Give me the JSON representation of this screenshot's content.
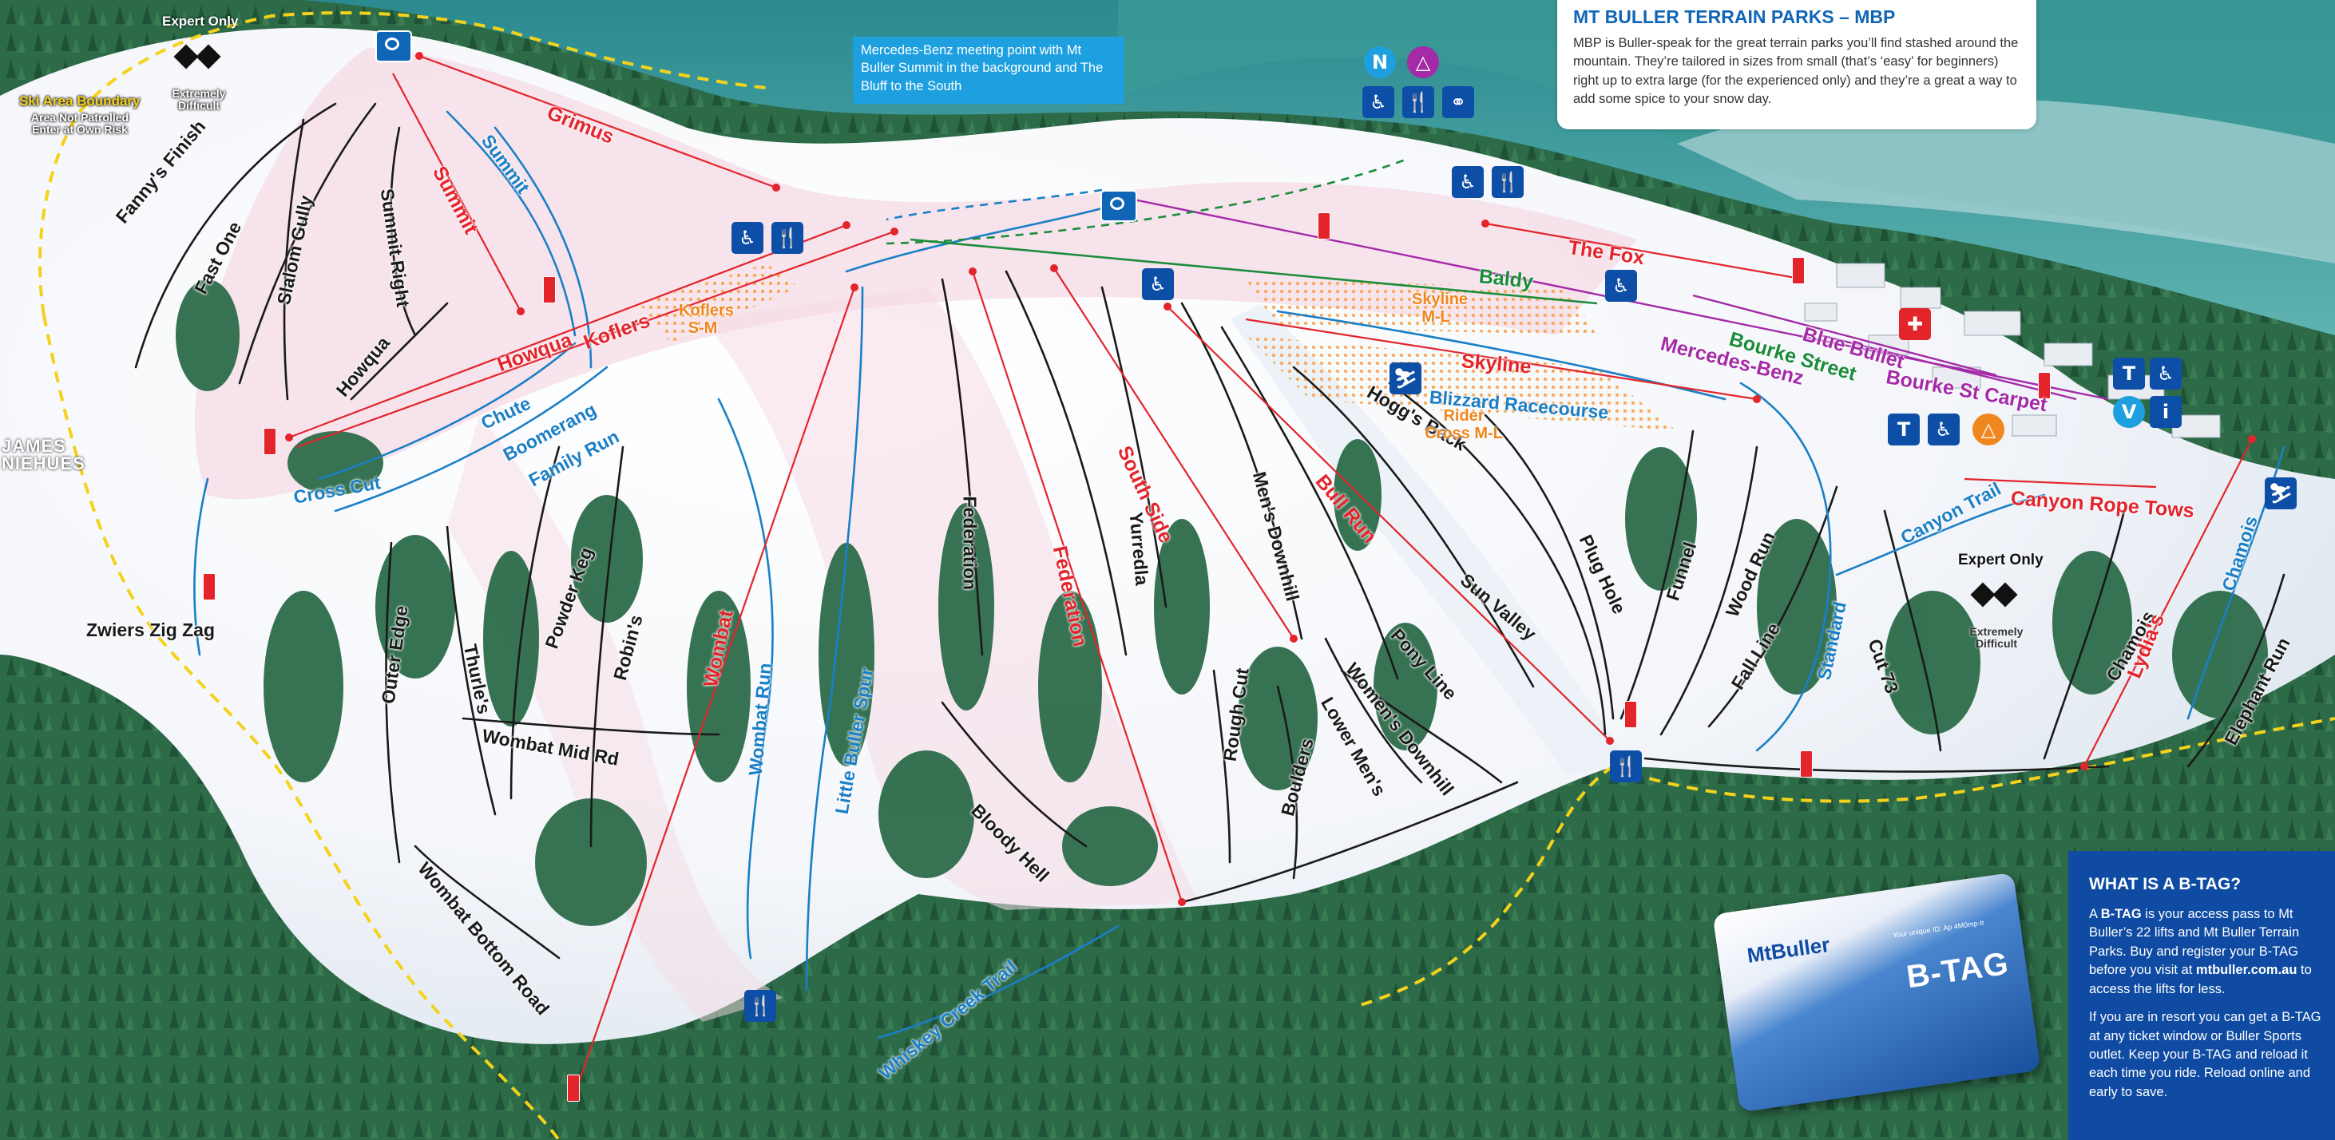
{
  "callout": "Mercedes-Benz meeting point with Mt Buller Summit in the background and The Bluff to the South",
  "mbp": {
    "title": "MT BULLER TERRAIN PARKS – MBP",
    "text": "MBP is Buller-speak for the great terrain parks you’ll find stashed around the mountain. They’re tailored in sizes from small (that’s ‘easy’ for beginners) right up to extra large (for the experienced only) and they’re a great a way to add some spice to your snow day."
  },
  "btag": {
    "title": "WHAT IS A B-TAG?",
    "p1_pre": "A ",
    "p1_bold1": "B-TAG",
    "p1_mid": " is your access pass to Mt Buller’s 22 lifts and Mt Buller Terrain Parks. Buy and register your B-TAG before you visit at ",
    "p1_bold2": "mtbuller.com.au",
    "p1_post": " to access the lifts for less.",
    "p2": "If you are in resort you can get a B-TAG at any ticket window or Buller Sports outlet. Keep your B-TAG and reload it each time you ride. Reload online and early to save.",
    "card_brand": "MtBuller",
    "card_title": "B-TAG",
    "card_tiny": "Your unique ID: Ap 4M0mp-tr"
  },
  "legend": {
    "expert_only": "Expert Only",
    "extremely_difficult": "Extremely Difficult",
    "boundary_title": "Ski Area Boundary",
    "boundary_text": "Area Not Patrolled Enter at Own Risk",
    "artist": "JAMES NIEHUES"
  },
  "runs": [
    "Fanny's Finish",
    "Fast One",
    "Slalom Gully",
    "Summit Right",
    "Howqua",
    "Summit",
    "Chute",
    "Boomerang",
    "Family Run",
    "Cross Cut",
    "Zwiers Zig Zag",
    "Outer Edge",
    "Thurle's",
    "Powder Keg",
    "Robin's",
    "Wombat Mid Rd",
    "Wombat Bottom Road",
    "Wombat Run",
    "Little Buller Spur",
    "Bloody Hell",
    "Whiskey Creek Trail",
    "Federation",
    "Federation",
    "Yurredla",
    "Men's Downhill",
    "Rough Cut",
    "Boulders",
    "Lower Men's",
    "Women's Downhill",
    "Pony Line",
    "Sun Valley",
    "Hogg's Back",
    "Plug Hole",
    "Funnel",
    "Wood Run",
    "Fall Line",
    "Standard",
    "Cut 73",
    "Canyon Trail",
    "Chamois",
    "Elephant Run",
    "Blizzard Racecourse"
  ],
  "lifts": [
    "Grimus",
    "Summit",
    "Howqua",
    "Koflers",
    "Wombat",
    "Federation",
    "South Side",
    "Bull Run",
    "Skyline",
    "Baldy",
    "The Fox",
    "Blue Bullet",
    "Bourke Street",
    "Mercedes-Benz",
    "Bourke St Carpet",
    "Canyon Rope Tows",
    "Chamois",
    "Lydia's"
  ],
  "parks": [
    "Koflers S-M",
    "Skyline M-L",
    "Rider Cross M-L"
  ],
  "colors": {
    "lift": "#e3242b",
    "blue_run": "#1a7fc6",
    "black_run": "#1a1a1a",
    "terrain_park": "#f0861e",
    "info_blue": "#0d4ea6"
  },
  "icons": [
    "camera-icon",
    "restroom-icon",
    "restaurant-icon",
    "first-aid-icon",
    "patrol-icon",
    "info-icon",
    "parking-icon",
    "binoculars-icon"
  ]
}
